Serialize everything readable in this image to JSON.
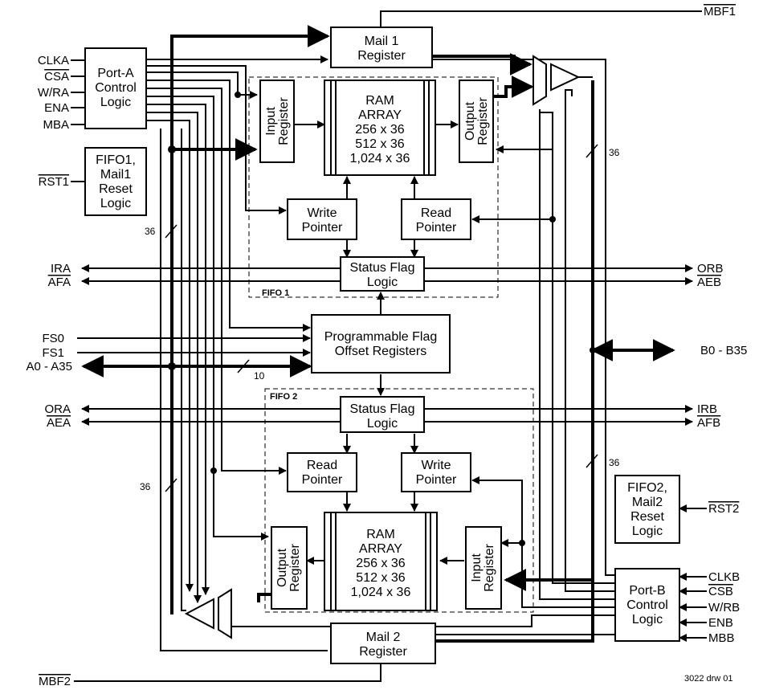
{
  "blocks": {
    "mail1": [
      "Mail 1",
      "Register"
    ],
    "mail2": [
      "Mail 2",
      "Register"
    ],
    "porta": [
      "Port-A",
      "Control",
      "Logic"
    ],
    "portb": [
      "Port-B",
      "Control",
      "Logic"
    ],
    "rst1": [
      "FIFO1,",
      "Mail1",
      "Reset",
      "Logic"
    ],
    "rst2": [
      "FIFO2,",
      "Mail2",
      "Reset",
      "Logic"
    ],
    "ram1": [
      "RAM",
      "ARRAY",
      "256 x 36",
      "512 x 36",
      "1,024 x 36"
    ],
    "ram2": [
      "RAM",
      "ARRAY",
      "256 x 36",
      "512 x 36",
      "1,024 x 36"
    ],
    "in_reg1": [
      "Input",
      "Register"
    ],
    "out_reg1": [
      "Output",
      "Register"
    ],
    "out_reg2": [
      "Output",
      "Register"
    ],
    "in_reg2": [
      "Input",
      "Register"
    ],
    "wptr1": [
      "Write",
      "Pointer"
    ],
    "rptr1": [
      "Read",
      "Pointer"
    ],
    "rptr2": [
      "Read",
      "Pointer"
    ],
    "wptr2": [
      "Write",
      "Pointer"
    ],
    "sfl1": [
      "Status Flag",
      "Logic"
    ],
    "sfl2": [
      "Status Flag",
      "Logic"
    ],
    "pfo": [
      "Programmable Flag",
      "Offset Registers"
    ]
  },
  "regions": {
    "fifo1": "FIFO 1",
    "fifo2": "FIFO 2"
  },
  "signals": {
    "left_top": [
      "CLKA",
      "CSA",
      "W/RA",
      "ENA",
      "MBA"
    ],
    "rst1": "RST1",
    "ira": "IRA",
    "afa": "AFA",
    "fs0": "FS0",
    "fs1": "FS1",
    "a_bus": "A0 - A35",
    "ora": "ORA",
    "aea": "AEA",
    "mbf1": "MBF1",
    "mbf2": "MBF2",
    "orb": "ORB",
    "aeb": "AEB",
    "b_bus": "B0 - B35",
    "irb": "IRB",
    "afb": "AFB",
    "rst2": "RST2",
    "right_bottom": [
      "CLKB",
      "CSB",
      "W/RB",
      "ENB",
      "MBB"
    ]
  },
  "bus_widths": {
    "w36a": "36",
    "w36b": "36",
    "w36c": "36",
    "w36d": "36",
    "w10": "10"
  },
  "footer": "3022 drw 01"
}
